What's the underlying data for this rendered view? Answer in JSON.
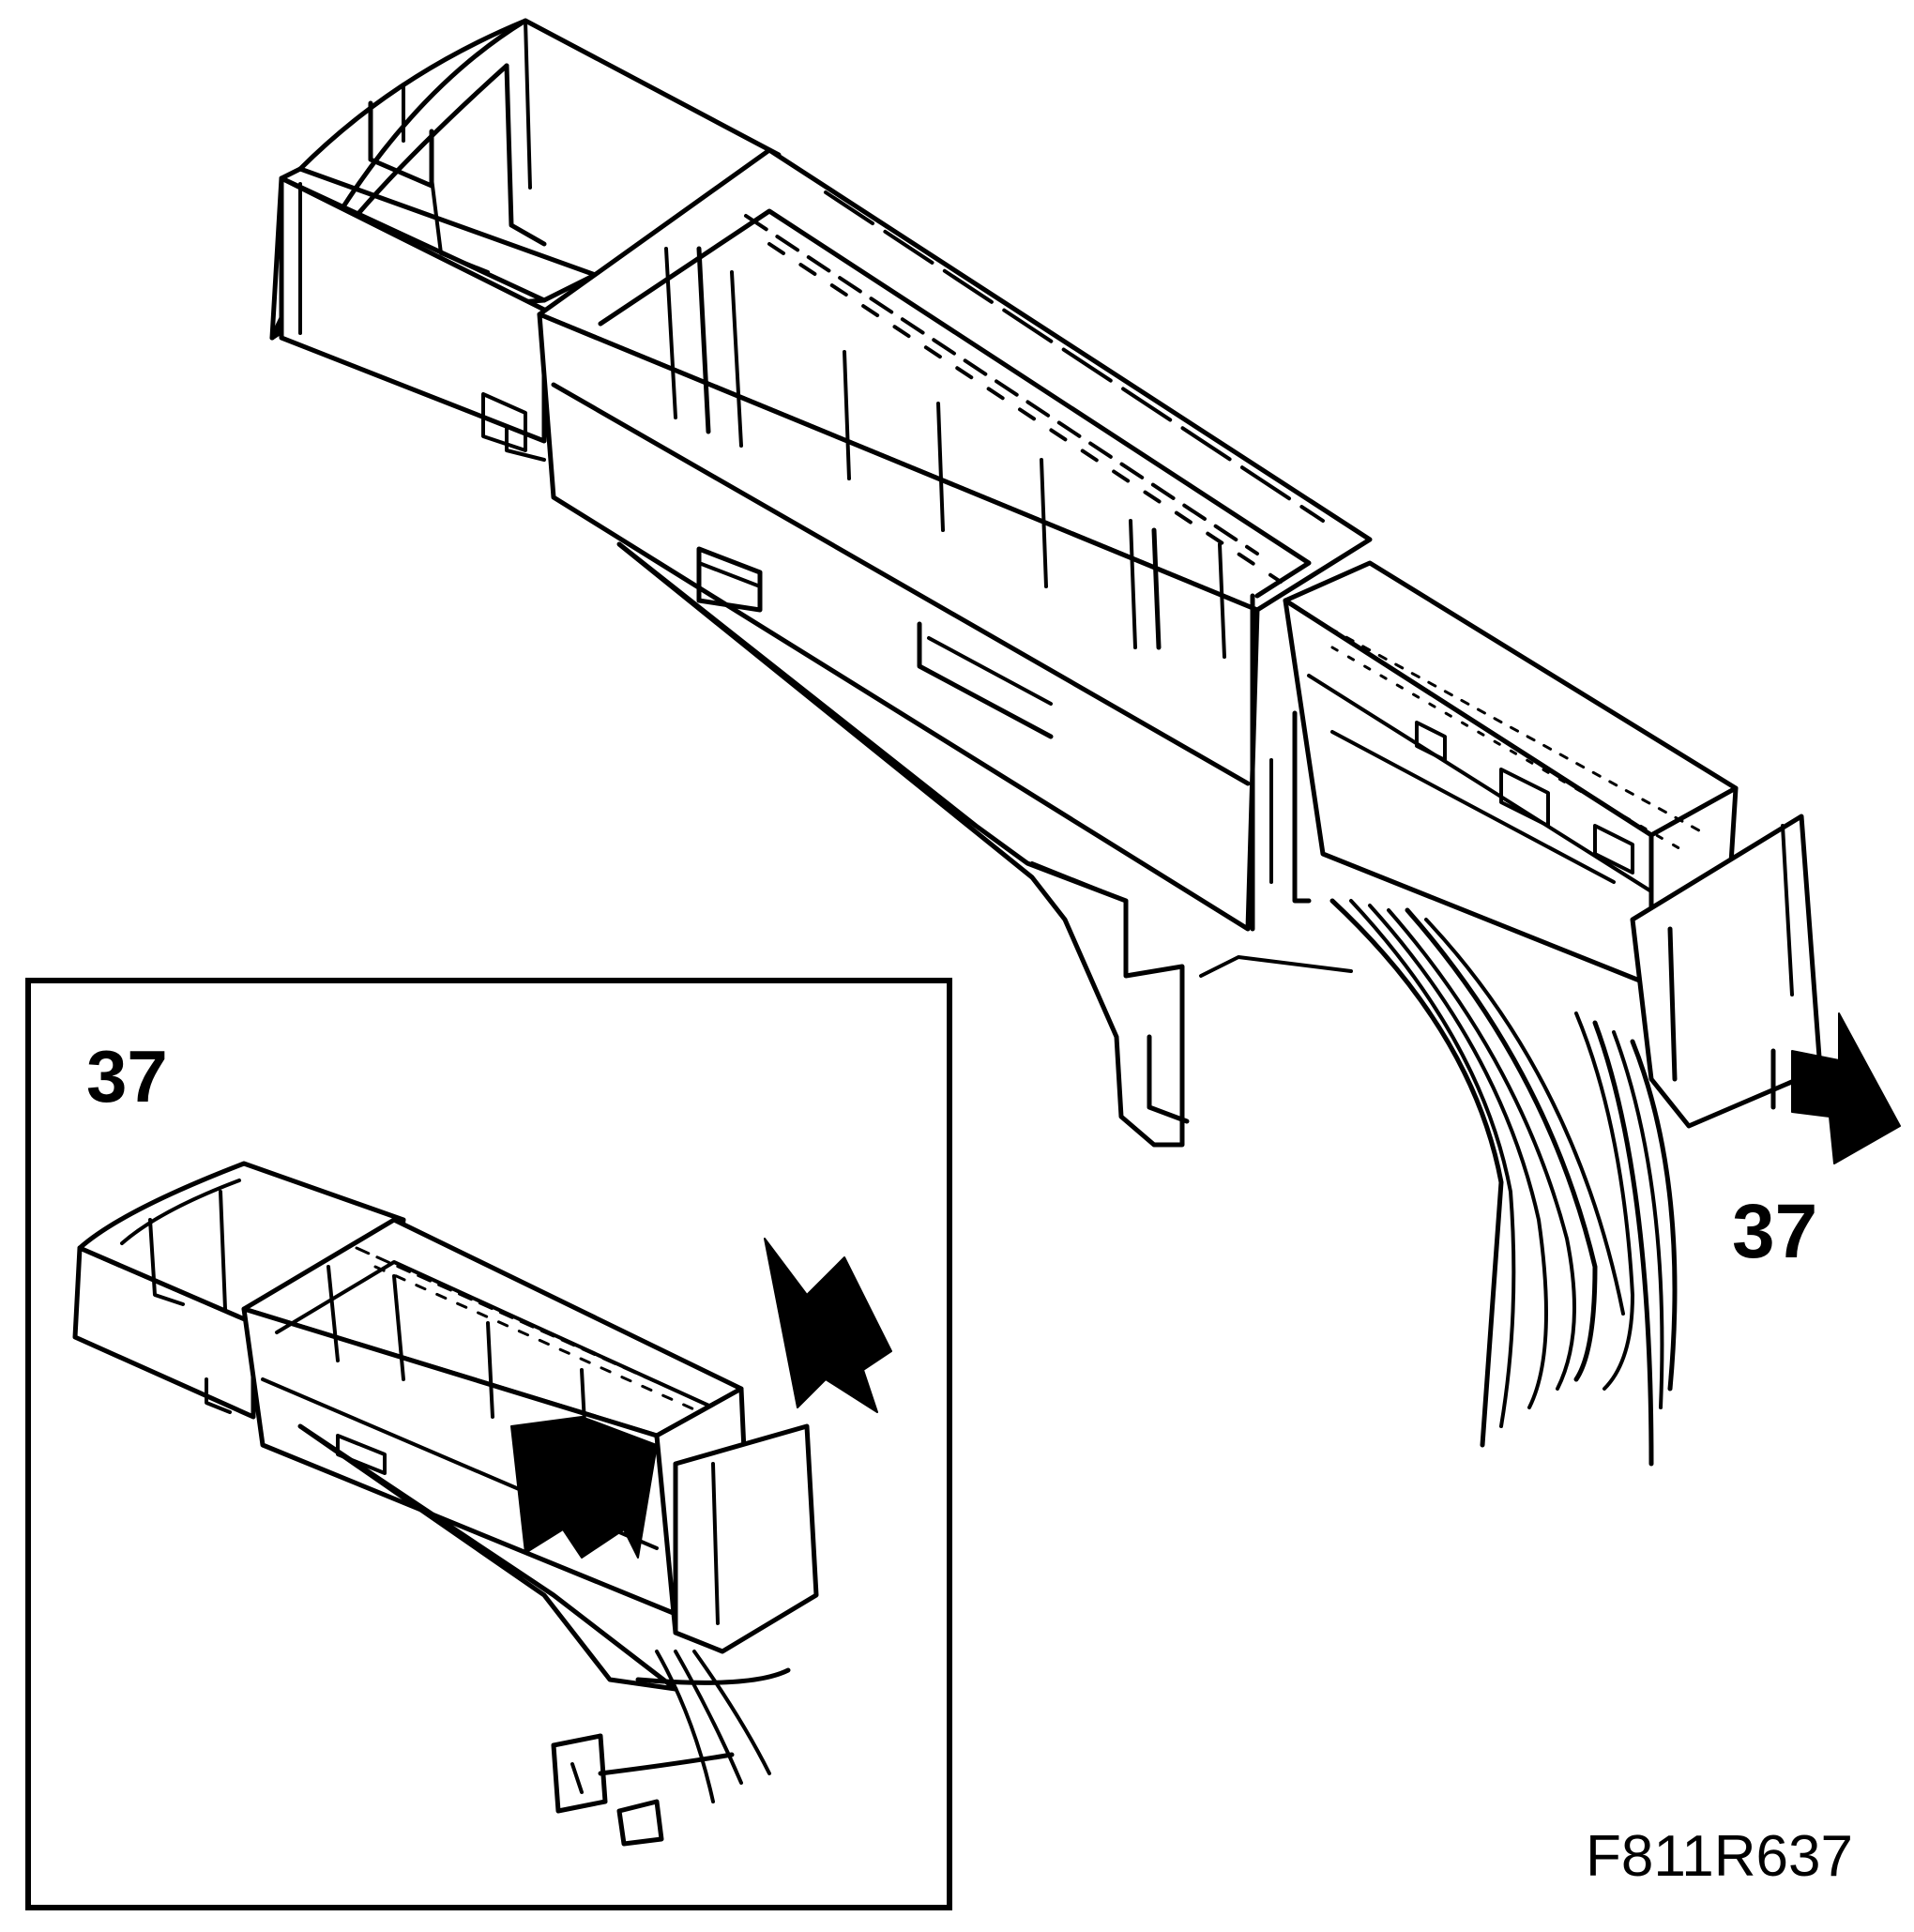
{
  "figure": {
    "inset_label": "37",
    "detail_label": "37",
    "figure_code": "F811R637"
  },
  "colors": {
    "ink": "#000000",
    "paper": "#ffffff"
  }
}
